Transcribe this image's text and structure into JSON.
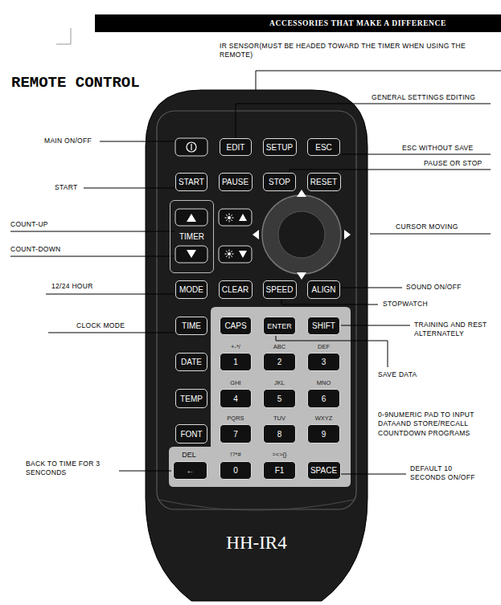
{
  "diagram": {
    "title": "REMOTE CONTROL",
    "nodes": [
      {
        "text": [
          "ACCESSORIES THAT MAKE A DIFFERENCE"
        ]
      },
      {
        "text": [
          "EDIT"
        ]
      },
      {
        "text": [
          "SETUP"
        ]
      },
      {
        "text": [
          "ESC"
        ]
      },
      {
        "text": [
          "START"
        ]
      },
      {
        "text": [
          "PAUSE"
        ]
      },
      {
        "text": [
          "STOP"
        ]
      },
      {
        "text": [
          "RESET"
        ]
      },
      {
        "text": [
          "TIMER"
        ]
      },
      {
        "text": [
          "MODE"
        ]
      },
      {
        "text": [
          "CLEAR"
        ]
      },
      {
        "text": [
          "SPEED"
        ]
      },
      {
        "text": [
          "ALIGN"
        ]
      },
      {
        "text": [
          "TIME"
        ]
      },
      {
        "text": [
          "CAPS"
        ]
      },
      {
        "text": [
          "ENTER"
        ]
      },
      {
        "text": [
          "SHIFT"
        ]
      },
      {
        "text": [
          "DATE"
        ]
      },
      {
        "text": [
          "1"
        ]
      },
      {
        "text": [
          "2"
        ]
      },
      {
        "text": [
          "3"
        ]
      },
      {
        "text": [
          "TEMP"
        ]
      },
      {
        "text": [
          "4"
        ]
      },
      {
        "text": [
          "5"
        ]
      },
      {
        "text": [
          "6"
        ]
      },
      {
        "text": [
          "FONT"
        ]
      },
      {
        "text": [
          "7"
        ]
      },
      {
        "text": [
          "8"
        ]
      },
      {
        "text": [
          "9"
        ]
      },
      {
        "text": [
          "←"
        ]
      },
      {
        "text": [
          "0"
        ]
      },
      {
        "text": [
          "F1"
        ]
      },
      {
        "text": [
          "SPACE"
        ]
      }
    ],
    "labels": [
      "IR SENSOR(MUST BE HEADED TOWARD THE TIMER WHEN USING THE REMOTE)",
      "GENERAL SETTINGS EDITING",
      "MAIN ON/OFF",
      "ESC WITHOUT SAVE",
      "PAUSE OR STOP",
      "START",
      "COUNT-UP",
      "COUNT-DOWN",
      "CURSOR MOVING",
      "12/24 HOUR",
      "SOUND ON/OFF",
      "STOPWATCH",
      "CLOCK MODE",
      "TRAINING AND REST ALTERNATELY",
      "+-*/",
      "ABC",
      "DEF",
      "SAVE DATA",
      "GHI",
      "JKL",
      "MNO",
      "0-9NUMERIC PAD TO INPUT DATAAND STORE/RECALL COUNTDOWN PROGRAMS",
      "PQRS",
      "TUV",
      "WXYZ",
      "DEL",
      "!?*#",
      "=<>{}",
      "BACK TO TIME FOR 3 SENCONDS",
      "DEFAULT 10 SECONDS ON/OFF",
      "HH-IR4"
    ]
  }
}
